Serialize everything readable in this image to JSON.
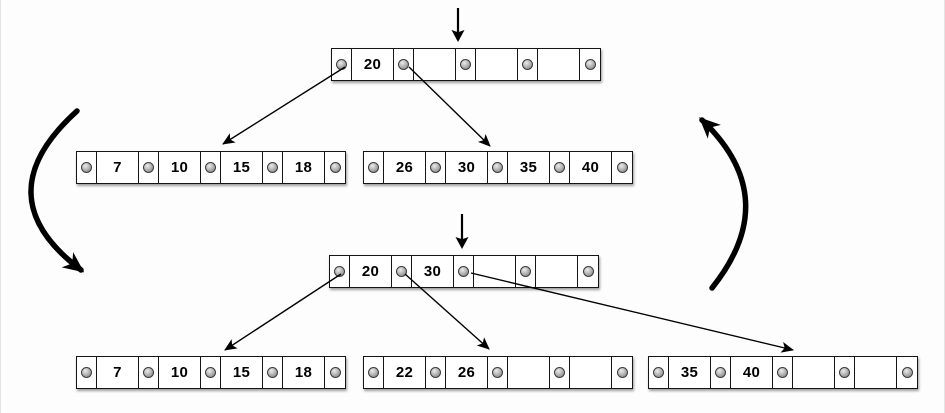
{
  "diagram": {
    "nodes": {
      "before_root": {
        "keys": [
          "20",
          "",
          "",
          ""
        ]
      },
      "before_child_left": {
        "keys": [
          "7",
          "10",
          "15",
          "18"
        ]
      },
      "before_child_right": {
        "keys": [
          "26",
          "30",
          "35",
          "40"
        ]
      },
      "after_root": {
        "keys": [
          "20",
          "30",
          "",
          ""
        ]
      },
      "after_child_left": {
        "keys": [
          "7",
          "10",
          "15",
          "18"
        ]
      },
      "after_child_middle": {
        "keys": [
          "22",
          "26",
          "",
          ""
        ]
      },
      "after_child_right": {
        "keys": [
          "35",
          "40",
          "",
          ""
        ]
      }
    },
    "icons": {
      "pointer_dot": "filled-gray-circle",
      "insertion_arrow": "straight-down-arrow",
      "child_pointer_arrow": "thin-diagonal-arrow",
      "cycle_left": "thick-curved-arrow-downward",
      "cycle_right": "thick-curved-arrow-upward"
    },
    "colors": {
      "line": "#000000",
      "node_border": "#151515",
      "node_fill": "#ffffff",
      "dot_fill": "#8d8d8d",
      "background": "#fdfdfd"
    }
  }
}
